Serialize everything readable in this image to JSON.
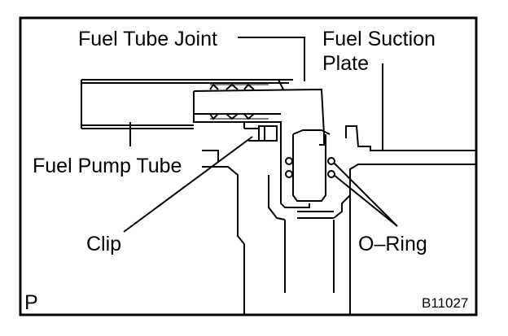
{
  "labels": {
    "fuel_tube_joint": "Fuel Tube Joint",
    "fuel_suction_plate_line1": "Fuel Suction",
    "fuel_suction_plate_line2": "Plate",
    "fuel_pump_tube": "Fuel Pump Tube",
    "clip": "Clip",
    "o_ring": "O–Ring"
  },
  "corner_letter": "P",
  "figure_code": "B11027"
}
